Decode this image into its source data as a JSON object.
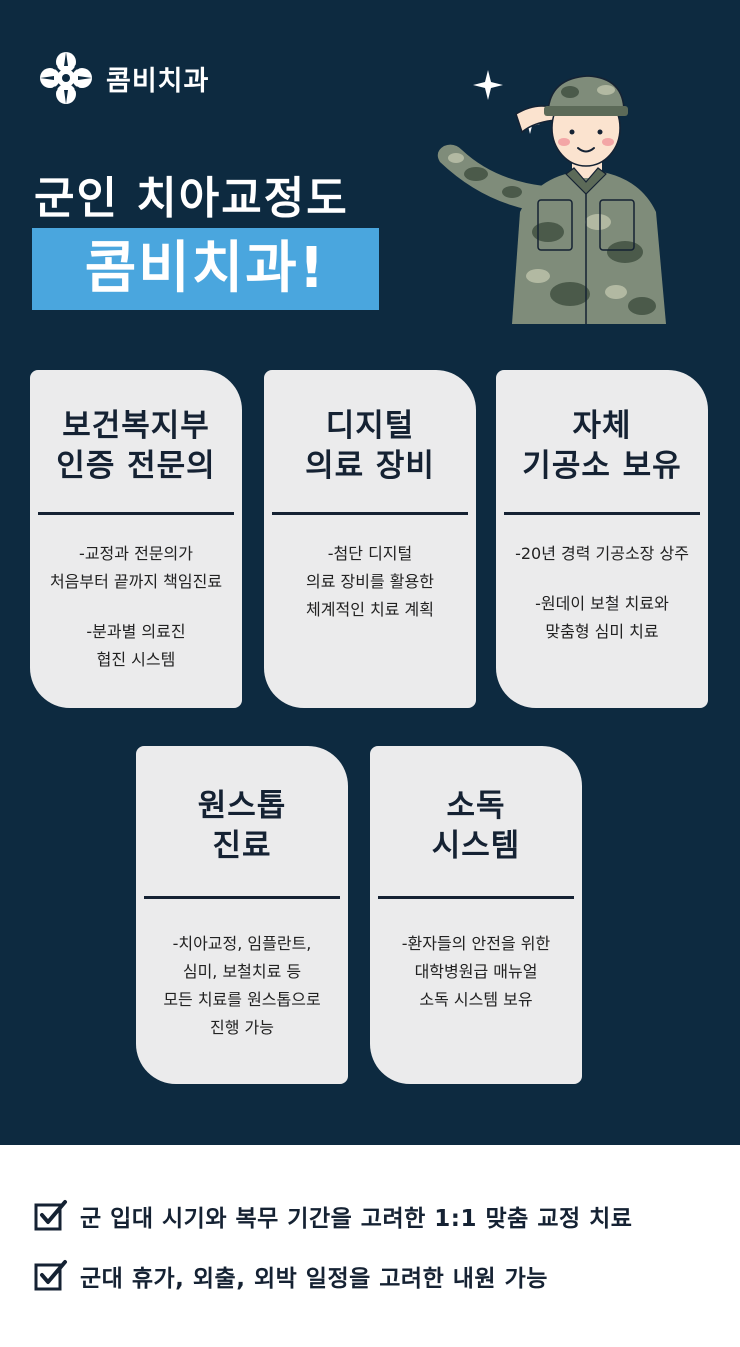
{
  "brand": {
    "name": "콤비치과"
  },
  "hero": {
    "headline": "군인 치아교정도",
    "highlight": "콤비치과!"
  },
  "cards": [
    {
      "title_line1": "보건복지부",
      "title_line2": "인증 전문의",
      "body": [
        [
          "-교정과 전문의가",
          "처음부터 끝까지 책임진료"
        ],
        [
          "-분과별 의료진",
          "협진 시스템"
        ]
      ]
    },
    {
      "title_line1": "디지털",
      "title_line2": "의료 장비",
      "body": [
        [
          "-첨단 디지털",
          "의료 장비를 활용한",
          "체계적인 치료 계획"
        ]
      ]
    },
    {
      "title_line1": "자체",
      "title_line2": "기공소 보유",
      "body": [
        [
          "-20년 경력 기공소장 상주"
        ],
        [
          "-원데이 보철 치료와",
          "맞춤형 심미 치료"
        ]
      ]
    },
    {
      "title_line1": "원스톱",
      "title_line2": "진료",
      "body": [
        [
          "-치아교정, 임플란트,",
          "심미, 보철치료 등",
          "모든 치료를 원스톱으로",
          "진행 가능"
        ]
      ]
    },
    {
      "title_line1": "소독",
      "title_line2": "시스템",
      "body": [
        [
          "-환자들의 안전을 위한",
          "대학병원급 매뉴얼",
          "소독 시스템 보유"
        ]
      ]
    }
  ],
  "checklist": [
    "군 입대 시기와 복무 기간을 고려한 1:1 맞춤 교정 치료",
    "군대 휴가, 외출, 외박 일정을 고려한 내원 가능"
  ],
  "colors": {
    "background": "#0d2a40",
    "accent": "#4aa6de",
    "card": "#ebebec",
    "text_dark": "#152233"
  },
  "icons": {
    "logo": "flower-logo-icon",
    "illustration": "saluting-soldier-illustration",
    "check": "checkbox-checked-icon",
    "sparkle": "sparkle-icon"
  }
}
